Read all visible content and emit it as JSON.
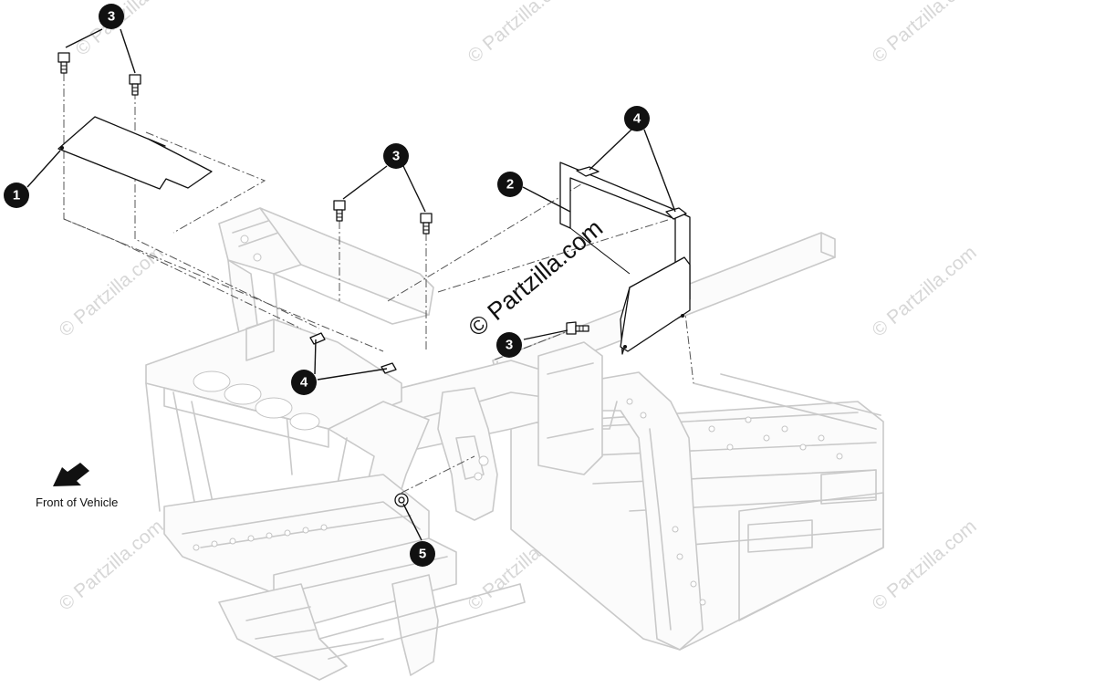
{
  "callouts": [
    {
      "label": "1"
    },
    {
      "label": "2"
    },
    {
      "label": "3"
    },
    {
      "label": "3"
    },
    {
      "label": "3"
    },
    {
      "label": "4"
    },
    {
      "label": "4"
    },
    {
      "label": "5"
    }
  ],
  "front_label": "Front of Vehicle",
  "watermark": "© Partzilla.com",
  "colors": {
    "frame_line": "#c9c9c9",
    "part_line": "#111111",
    "callout_fill": "#111111",
    "watermark": "#d7d7d7"
  },
  "icons": {
    "front_arrow": "front-of-vehicle-arrow-icon",
    "bolt": "bolt-icon"
  }
}
